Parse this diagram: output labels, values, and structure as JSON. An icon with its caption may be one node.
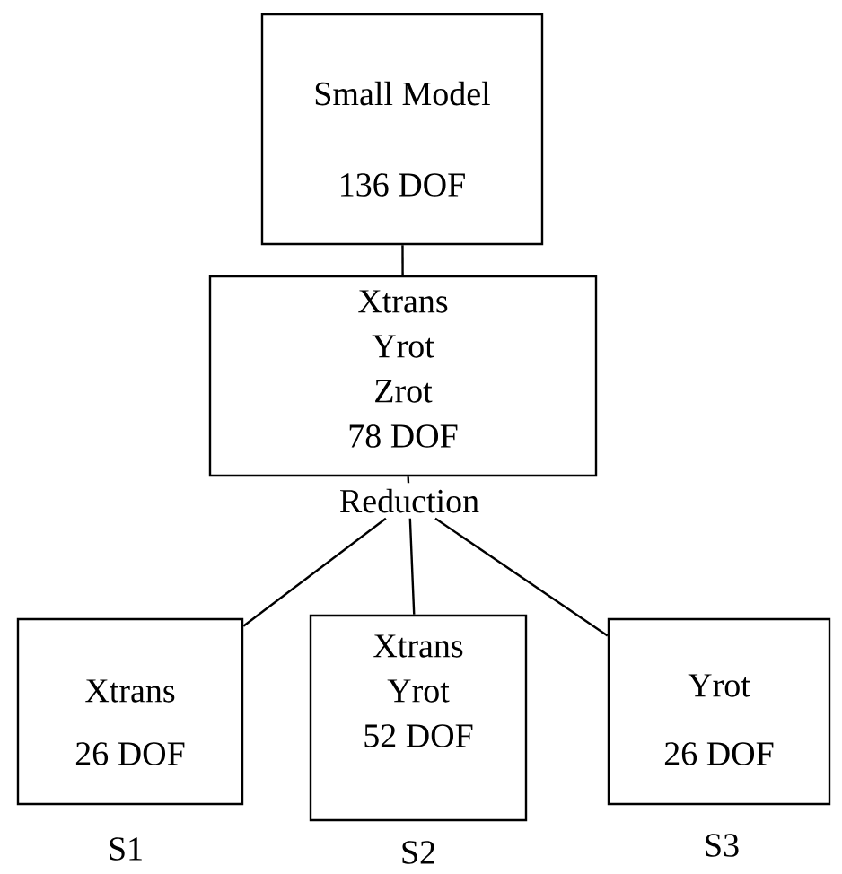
{
  "diagram": {
    "nodes": [
      {
        "text": [
          "Small Model",
          "136 DOF"
        ]
      },
      {
        "text": [
          "Xtrans",
          "Yrot",
          "Zrot",
          "78 DOF"
        ]
      },
      {
        "text": [
          "Reduction"
        ]
      },
      {
        "text": [
          "Xtrans",
          "26 DOF"
        ],
        "beside": [
          "S1"
        ]
      },
      {
        "text": [
          "Xtrans",
          "Yrot",
          "52 DOF"
        ],
        "beside": [
          "S2"
        ]
      },
      {
        "text": [
          "Yrot",
          "26 DOF"
        ],
        "beside": [
          "S3"
        ]
      }
    ],
    "edges": [
      {
        "from": 0,
        "to": 1,
        "arrow": "none"
      },
      {
        "from": 1,
        "to": 2,
        "arrow": "none"
      },
      {
        "from": 2,
        "to": 3,
        "arrow": "none"
      },
      {
        "from": 2,
        "to": 4,
        "arrow": "none"
      },
      {
        "from": 2,
        "to": 5,
        "arrow": "none"
      }
    ]
  }
}
